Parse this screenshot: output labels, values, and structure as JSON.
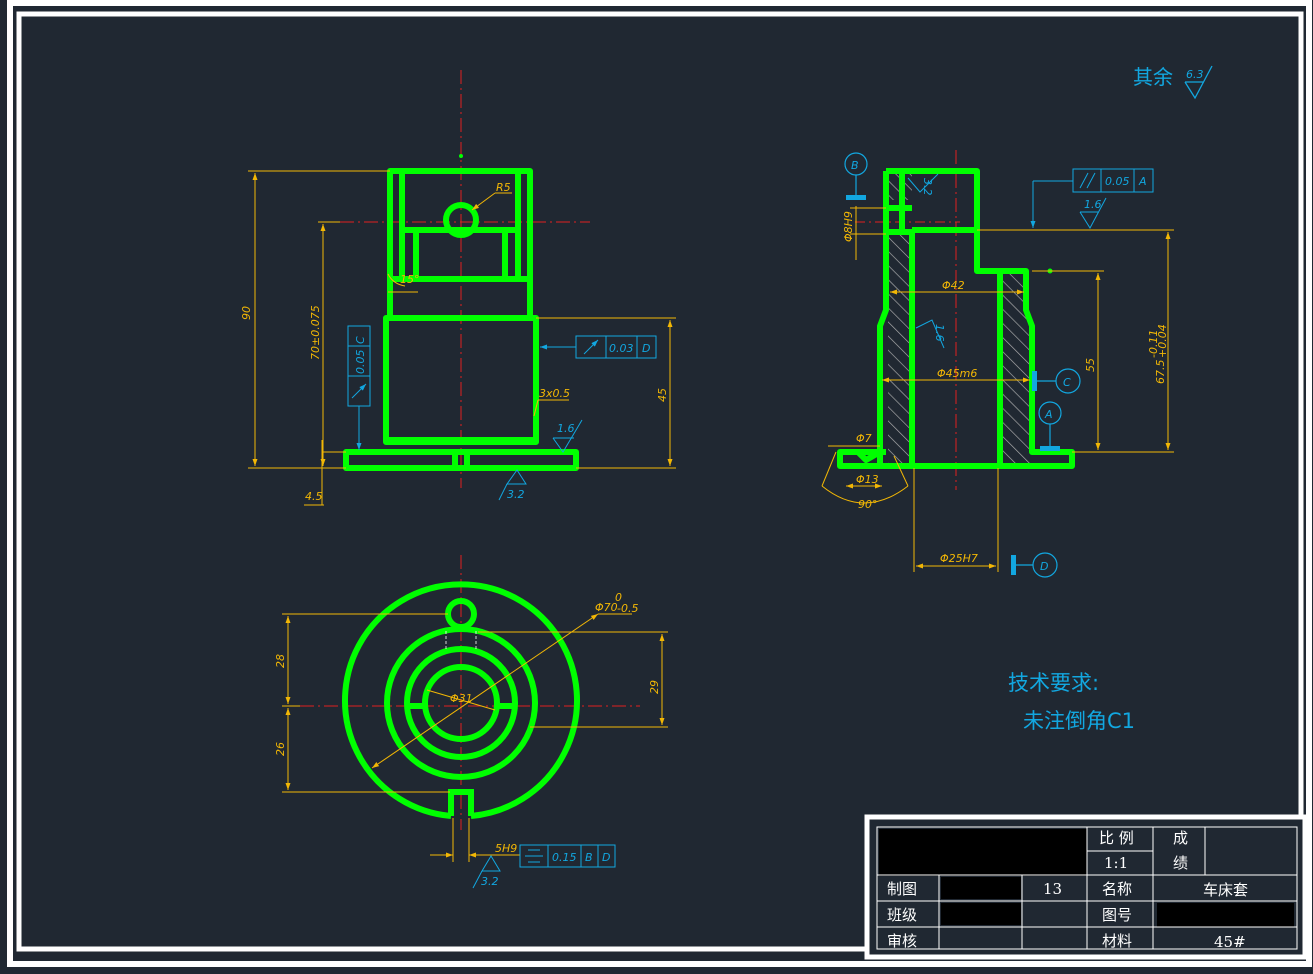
{
  "colors": {
    "background": "#202832",
    "outline": "#00ff00",
    "dimension": "#f2b705",
    "annotation": "#12a7e0",
    "centerline": "#e02020",
    "hatch": "#b0b0b0",
    "title_block": "#ffffff"
  },
  "roughness_note": {
    "label": "其余",
    "value": "6.3"
  },
  "tech_requirements": {
    "title": "技术要求:",
    "item": "未注倒角C1"
  },
  "front_view": {
    "dim_90": "90",
    "dim_70": "70±0.075",
    "dim_45": "45",
    "dim_4_5": "4.5",
    "radius": "R5",
    "angle_15": "15°",
    "chamfer": "3x0.5",
    "roughness_side": "1.6",
    "roughness_bottom": "3.2",
    "runout_tolerance": "0.03",
    "runout_datum": "D",
    "perp_tolerance": "0.05",
    "perp_datum": "C"
  },
  "side_view": {
    "datum_b": "B",
    "datum_a": "A",
    "datum_c": "C",
    "datum_d": "D",
    "bore_8": "Φ8H9",
    "bore_42": "Φ42",
    "bore_45": "Φ45m6",
    "bore_25": "Φ25H7",
    "hole_7": "Φ7",
    "hole_13": "Φ13",
    "angle_90": "90°",
    "dim_55": "55",
    "dim_67": "67.5",
    "dim_67_upper": "-0.11",
    "dim_67_lower": "+0.04",
    "parallel_tolerance": "0.05",
    "parallel_datum": "A",
    "roughness_top": "1.6",
    "roughness_inner": "1.6",
    "roughness_32": "3.2"
  },
  "top_view": {
    "dia_70": "Φ70",
    "dia_70_upper": "0",
    "dia_70_lower": "-0.5",
    "dia_31": "Φ31",
    "dim_28": "28",
    "dim_26": "26",
    "dim_29": "29",
    "slot": "5H9",
    "sym_tolerance": "0.15",
    "sym_datum_1": "B",
    "sym_datum_2": "D",
    "roughness": "3.2"
  },
  "title_block": {
    "scale_label": "比 例",
    "scale_value": "1:1",
    "grade_label_1": "成",
    "grade_label_2": "绩",
    "drawn_label": "制图",
    "drawn_value": "13",
    "name_label": "名称",
    "name_value": "车床套",
    "class_label": "班级",
    "drawing_no_label": "图号",
    "review_label": "审核",
    "material_label": "材料",
    "material_value": "45#"
  }
}
